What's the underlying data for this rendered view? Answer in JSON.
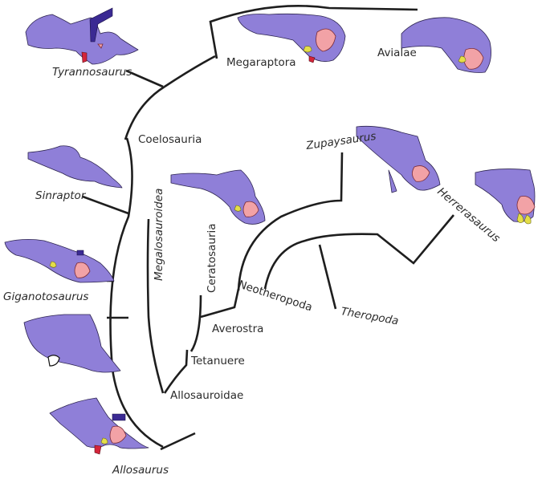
{
  "labels": {
    "tyrannosaurus": "Tyrannosaurus",
    "coelosauria": "Coelosauria",
    "megaraptora": "Megaraptora",
    "avialae": "Avialae",
    "zupaysaurus": "Zupaysaurus",
    "herrerasaurus": "Herrerasaurus",
    "sinraptor": "Sinraptor",
    "megalosauroidea": "Megalosauroidea",
    "ceratosauria": "Ceratosauria",
    "giganotosaurus": "Giganotosaurus",
    "neotheropoda": "Neotheropoda",
    "theropoda": "Theropoda",
    "averostra": "Averostra",
    "tetanuere": "Tetanuere",
    "allosauroidae": "Allosauroidae",
    "allosaurus": "Allosaurus"
  },
  "colors": {
    "bone": "#8f7fd8",
    "sinus": "#f2a2a6",
    "flocculus": "#e4de48",
    "cap": "#3b2a93",
    "tip": "#d4253a",
    "branch": "#1e1e1e",
    "text": "#2b2b2b"
  }
}
